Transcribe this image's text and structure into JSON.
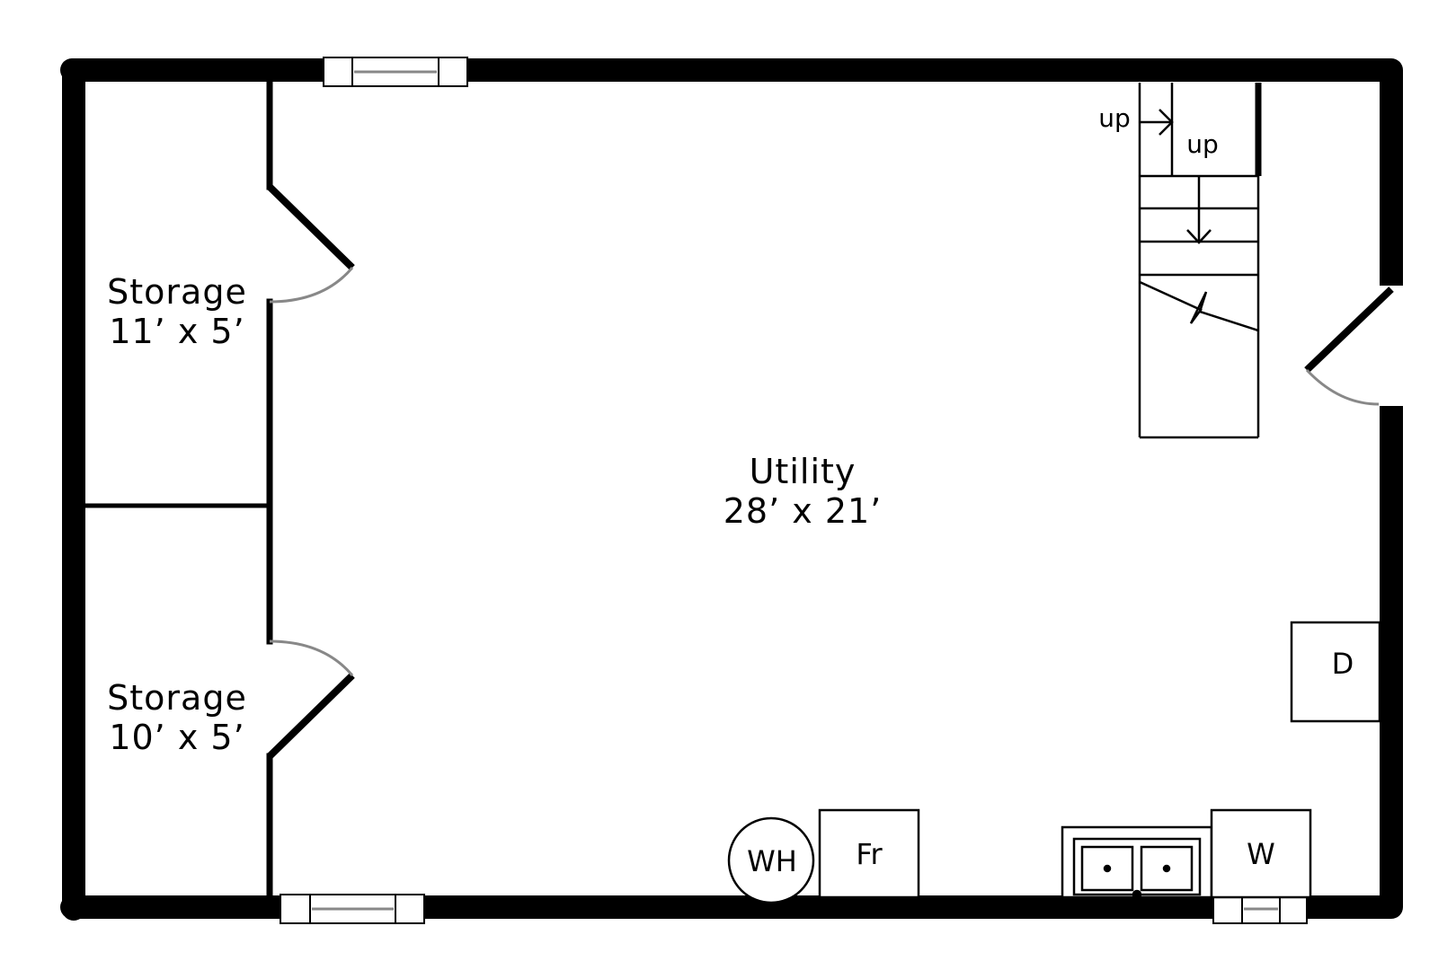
{
  "rooms": {
    "utility": {
      "name": "Utility",
      "dims": "28’ x 21’"
    },
    "storage_top": {
      "name": "Storage",
      "dims": "11’ x 5’"
    },
    "storage_bottom": {
      "name": "Storage",
      "dims": "10’ x 5’"
    }
  },
  "stairs": {
    "label_left": "up",
    "label_right": "up"
  },
  "fixtures": {
    "water_heater": "WH",
    "freezer": "Fr",
    "washer": "W",
    "dryer": "D"
  }
}
